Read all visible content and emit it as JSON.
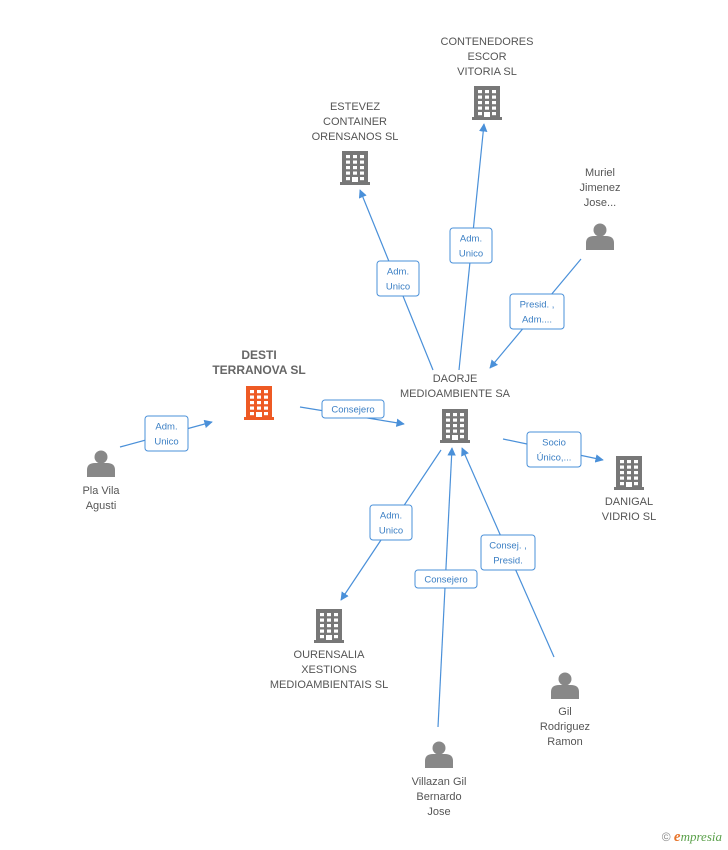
{
  "colors": {
    "accent": "#ee5a24",
    "building": "#777777",
    "person": "#888888",
    "edge": "#4a90d9"
  },
  "nodes": [
    {
      "id": "desti",
      "type": "company",
      "main": true,
      "label": [
        "DESTI",
        "TERRANOVA SL"
      ]
    },
    {
      "id": "daorje",
      "type": "company",
      "label": [
        "DAORJE",
        "MEDIOAMBIENTE SA"
      ]
    },
    {
      "id": "contenedores",
      "type": "company",
      "label": [
        "CONTENEDORES",
        "ESCOR",
        "VITORIA SL"
      ]
    },
    {
      "id": "estevez",
      "type": "company",
      "label": [
        "ESTEVEZ",
        "CONTAINER",
        "ORENSANOS SL"
      ]
    },
    {
      "id": "danigal",
      "type": "company",
      "label": [
        "DANIGAL",
        "VIDRIO SL"
      ]
    },
    {
      "id": "ourensalia",
      "type": "company",
      "label": [
        "OURENSALIA",
        "XESTIONS",
        "MEDIOAMBIENTAIS SL"
      ]
    },
    {
      "id": "muriel",
      "type": "person",
      "label": [
        "Muriel",
        "Jimenez",
        "Jose..."
      ]
    },
    {
      "id": "pla",
      "type": "person",
      "label": [
        "Pla Vila",
        "Agusti"
      ]
    },
    {
      "id": "gil",
      "type": "person",
      "label": [
        "Gil",
        "Rodriguez",
        "Ramon"
      ]
    },
    {
      "id": "villazan",
      "type": "person",
      "label": [
        "Villazan Gil",
        "Bernardo",
        "Jose"
      ]
    }
  ],
  "edges": [
    {
      "id": "pla-desti",
      "label": [
        "Adm.",
        "Unico"
      ]
    },
    {
      "id": "desti-daorje",
      "label": [
        "Consejero"
      ]
    },
    {
      "id": "daorje-estevez",
      "label": [
        "Adm.",
        "Unico"
      ]
    },
    {
      "id": "daorje-contenedores",
      "label": [
        "Adm.",
        "Unico"
      ]
    },
    {
      "id": "muriel-daorje",
      "label": [
        "Presid. ,",
        "Adm...."
      ]
    },
    {
      "id": "daorje-danigal",
      "label": [
        "Socio",
        "Único,..."
      ]
    },
    {
      "id": "daorje-ourensalia",
      "label": [
        "Adm.",
        "Unico"
      ]
    },
    {
      "id": "villazan-daorje",
      "label": [
        "Consejero"
      ]
    },
    {
      "id": "gil-daorje",
      "label": [
        "Consej. ,",
        "Presid."
      ]
    }
  ],
  "watermark": {
    "copyright": "©",
    "brand_e": "e",
    "brand_rest": "mpresia"
  }
}
